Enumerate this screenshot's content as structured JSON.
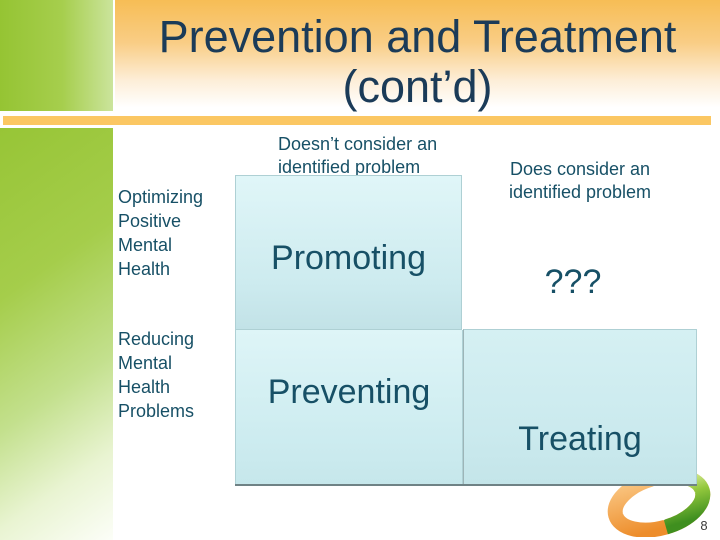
{
  "slide": {
    "title": {
      "line1": "Prevention and Treatment",
      "line2": "(cont’d)"
    },
    "row_labels": [
      {
        "id": "optimizing",
        "text": "Optimizing\nPositive\nMental\nHealth"
      },
      {
        "id": "reducing",
        "text": "Reducing\nMental\nHealth\nProblems"
      }
    ],
    "column_headers": [
      {
        "id": "doesnt-consider",
        "text": "Doesn’t consider an\nidentified problem"
      },
      {
        "id": "does-consider",
        "text": "Does consider an\nidentified problem"
      }
    ],
    "matrix_cells": [
      {
        "id": "promoting",
        "label": "Promoting"
      },
      {
        "id": "unknown",
        "label": "???"
      },
      {
        "id": "preventing",
        "label": "Preventing"
      },
      {
        "id": "treating",
        "label": "Treating"
      }
    ],
    "page_number": "8",
    "colors": {
      "title_text": "#1b3b58",
      "body_text": "#175066",
      "title_band_top": "#f7bd55",
      "accent_bar": "#fbc763",
      "sidebar_green": "#97c536",
      "cell_fill_top": "#dff5f7",
      "cell_fill_bottom": "#c6e7eb",
      "logo_orange": "#ed8d2b",
      "logo_green": "#8dc63f"
    }
  }
}
